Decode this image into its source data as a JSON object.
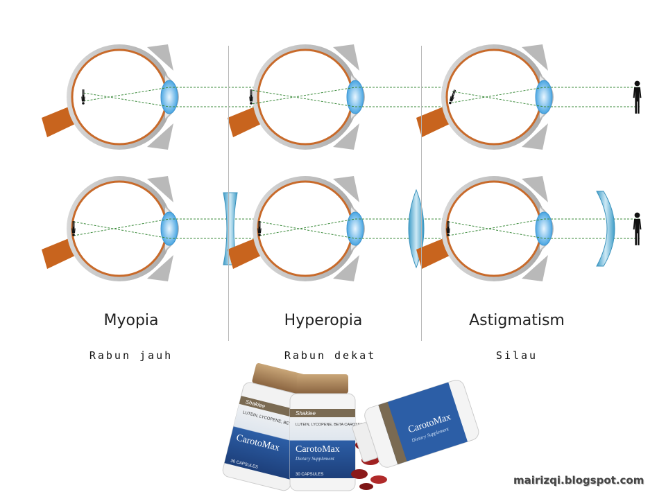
{
  "columns": [
    {
      "title": "Myopia",
      "subtitle": "Rabun jauh"
    },
    {
      "title": "Hyperopia",
      "subtitle": "Rabun dekat"
    },
    {
      "title": "Astigmatism",
      "subtitle": "Silau"
    }
  ],
  "product": {
    "brand": "Shaklee",
    "name": "CarotoMax",
    "descriptor": "Dietary Supplement",
    "ingredients": "LUTEIN, LYCOPENE, BETA CAROTENE, & MORE",
    "count": "30 CAPSULES"
  },
  "watermark": "mairizqi.blogspot.com",
  "colors": {
    "optic_nerve": "#c8641e",
    "retina": "#c86a2a",
    "lens": "#5ab0e6",
    "correction_lens": "#6cb8d8",
    "bottle_cap": "#a9845a",
    "label_blue": "#2a5aa0"
  }
}
